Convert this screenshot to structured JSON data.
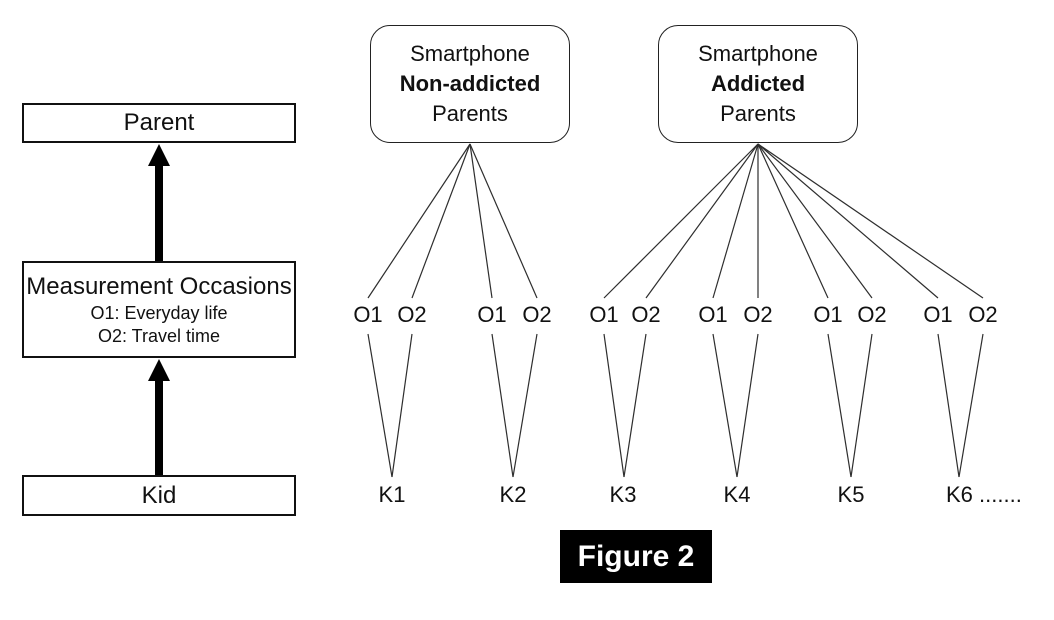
{
  "caption": {
    "text": "Figure 2"
  },
  "left_panel": {
    "parent_label": "Parent",
    "measurement": {
      "title": "Measurement Occasions",
      "o1_desc": "O1: Everyday life",
      "o2_desc": "O2: Travel time"
    },
    "kid_label": "Kid"
  },
  "groups": [
    {
      "line1": "Smartphone",
      "line2": "Non-addicted",
      "line3": "Parents"
    },
    {
      "line1": "Smartphone",
      "line2": "Addicted",
      "line3": "Parents"
    }
  ],
  "occasions": [
    "O1",
    "O2",
    "O1",
    "O2",
    "O1",
    "O2",
    "O1",
    "O2",
    "O1",
    "O2",
    "O1",
    "O2"
  ],
  "kids": [
    "K1",
    "K2",
    "K3",
    "K4",
    "K5",
    "K6 ......."
  ],
  "colors": {
    "background": "#ffffff",
    "line": "#2e2e2e",
    "box_border": "#111111",
    "caption_bg": "#000000",
    "caption_fg": "#ffffff"
  }
}
